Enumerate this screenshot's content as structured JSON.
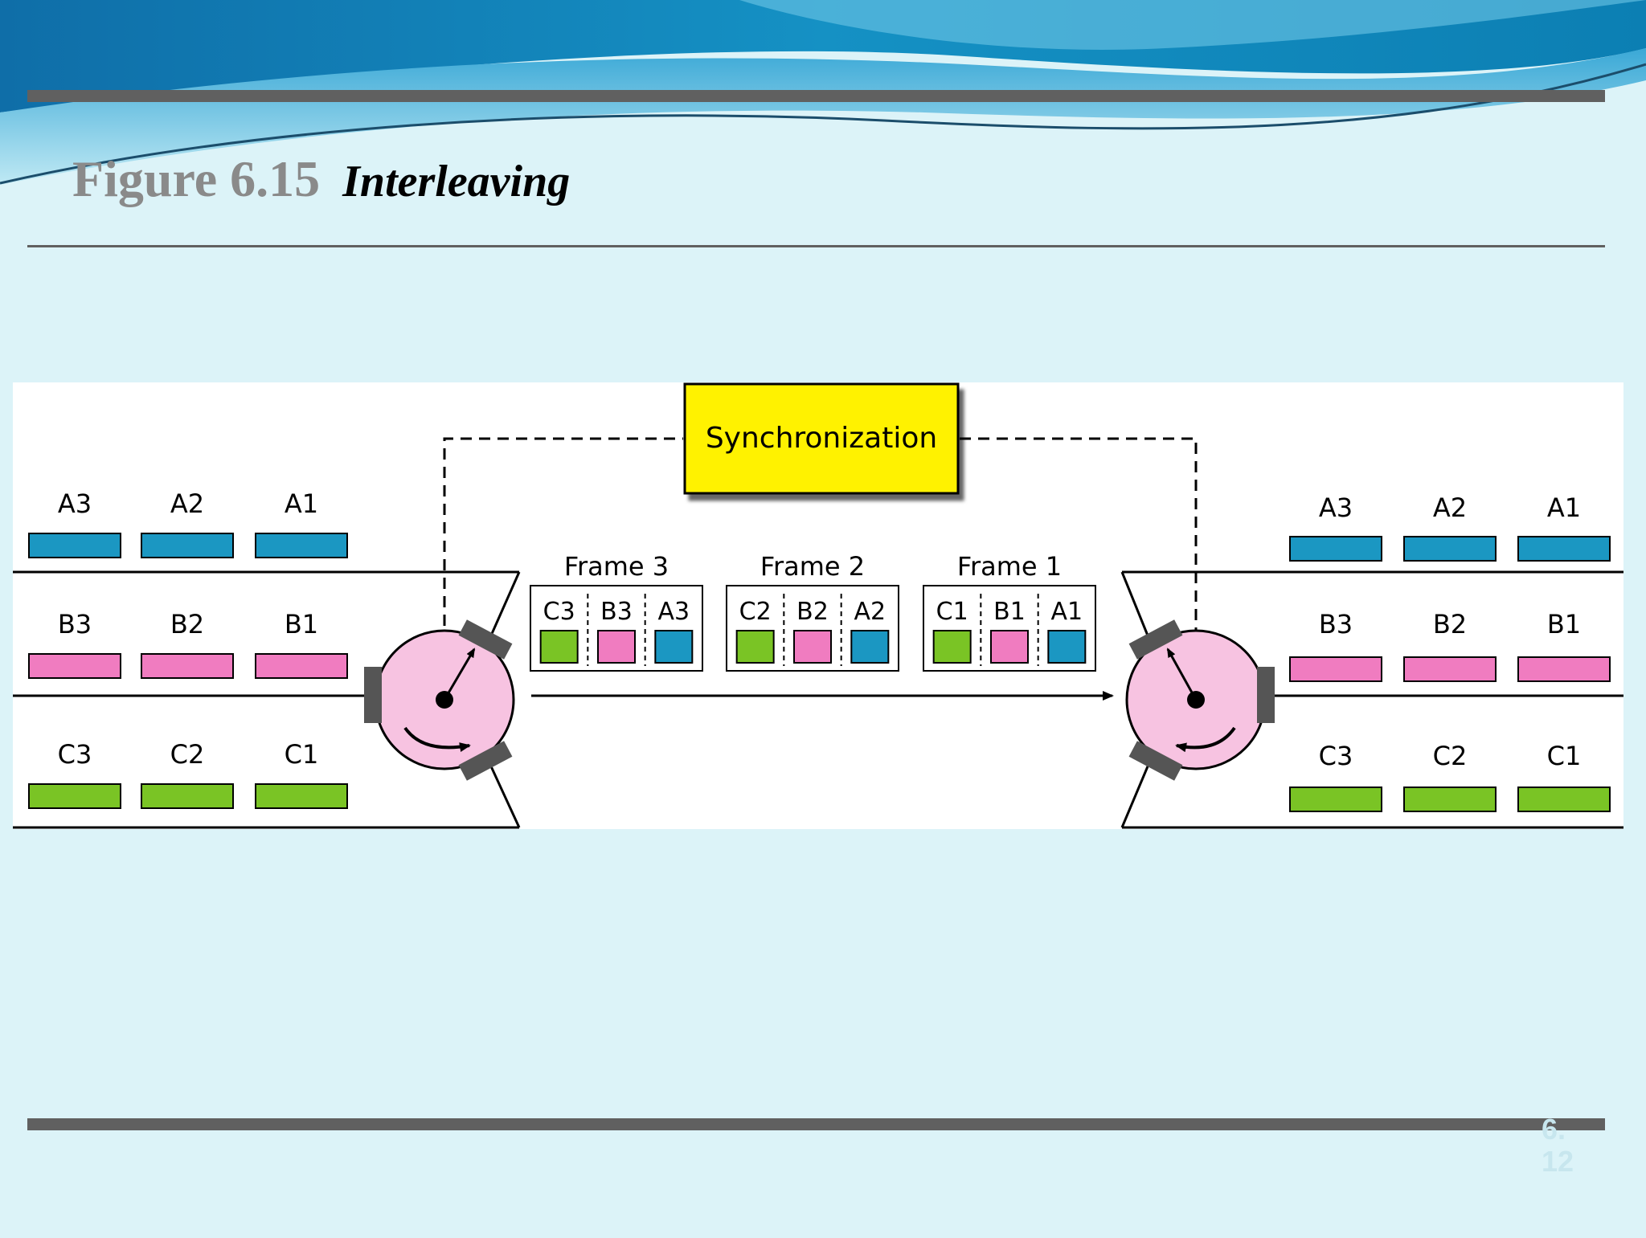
{
  "slide": {
    "figure_label": "Figure 6.15",
    "figure_title": "Interleaving",
    "page_number_line1": "6.",
    "page_number_line2": "12"
  },
  "diagram": {
    "sync_label": "Synchronization",
    "input_lines": [
      {
        "units": [
          "A3",
          "A2",
          "A1"
        ],
        "color": "#1b97c2"
      },
      {
        "units": [
          "B3",
          "B2",
          "B1"
        ],
        "color": "#f07cc0"
      },
      {
        "units": [
          "C3",
          "C2",
          "C1"
        ],
        "color": "#7ac425"
      }
    ],
    "output_lines": [
      {
        "units": [
          "A3",
          "A2",
          "A1"
        ],
        "color": "#1b97c2"
      },
      {
        "units": [
          "B3",
          "B2",
          "B1"
        ],
        "color": "#f07cc0"
      },
      {
        "units": [
          "C3",
          "C2",
          "C1"
        ],
        "color": "#7ac425"
      }
    ],
    "frames": [
      {
        "label": "Frame 3",
        "slots": [
          "C3",
          "B3",
          "A3"
        ]
      },
      {
        "label": "Frame 2",
        "slots": [
          "C2",
          "B2",
          "A2"
        ]
      },
      {
        "label": "Frame 1",
        "slots": [
          "C1",
          "B1",
          "A1"
        ]
      }
    ],
    "slot_colors": [
      "#7ac425",
      "#f07cc0",
      "#1b97c2"
    ],
    "colors": {
      "sync_box": "#fff200",
      "switch_disk": "#f7c3e1",
      "rule": "#606060",
      "background": "#dcf3f8"
    }
  }
}
